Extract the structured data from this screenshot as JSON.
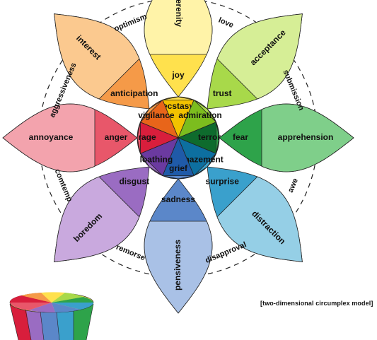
{
  "caption": "[two-dimensional circumplex model]",
  "petals": [
    {
      "id": "joy",
      "labels": [
        "ecstasy",
        "joy",
        "serenity"
      ],
      "colors": [
        "#f2c200",
        "#ffe14d",
        "#fff3a8"
      ]
    },
    {
      "id": "trust",
      "labels": [
        "admiration",
        "trust",
        "acceptance"
      ],
      "colors": [
        "#7cbd1e",
        "#a8d94a",
        "#d6ee96"
      ]
    },
    {
      "id": "fear",
      "labels": [
        "terror",
        "fear",
        "apprehension"
      ],
      "colors": [
        "#0e6b2d",
        "#2ea34a",
        "#7fcf8a"
      ]
    },
    {
      "id": "surprise",
      "labels": [
        "amazement",
        "surprise",
        "distraction"
      ],
      "colors": [
        "#0d6fa0",
        "#3aa0cc",
        "#95cfe6"
      ]
    },
    {
      "id": "sadness",
      "labels": [
        "grief",
        "sadness",
        "pensiveness"
      ],
      "colors": [
        "#1f5aa8",
        "#5b87c9",
        "#a9c1e6"
      ]
    },
    {
      "id": "disgust",
      "labels": [
        "loathing",
        "disgust",
        "boredom"
      ],
      "colors": [
        "#6b3aa0",
        "#9a6cc2",
        "#c9a9de"
      ]
    },
    {
      "id": "anger",
      "labels": [
        "rage",
        "anger",
        "annoyance"
      ],
      "colors": [
        "#d81e3c",
        "#e8576a",
        "#f3a3ad"
      ]
    },
    {
      "id": "anticipation",
      "labels": [
        "vigilance",
        "anticipation",
        "interest"
      ],
      "colors": [
        "#e8651a",
        "#f59a48",
        "#fbc98f"
      ]
    }
  ],
  "dyads": [
    "love",
    "submission",
    "awe",
    "disapproval",
    "remorse",
    "comtemp",
    "aggressiveness",
    "optimism"
  ]
}
